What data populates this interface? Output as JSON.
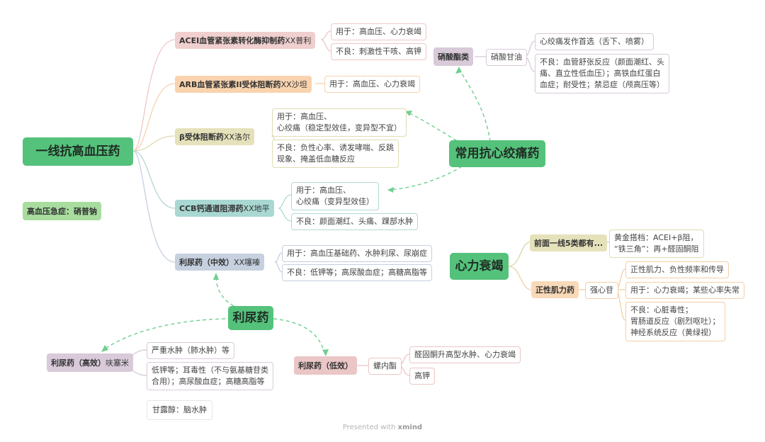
{
  "topics": {
    "htn": "一线抗高血压药",
    "angina": "常用抗心绞痛药",
    "hf": "心力衰竭",
    "diuretic": "利尿药"
  },
  "floating": {
    "emergency": "高血压急症：硝普钠",
    "mannitol": "甘露醇：脑水肿"
  },
  "htn": {
    "acei": {
      "bold": "ACEI血管紧张素转化酶抑制药",
      "rest": "XX普利"
    },
    "acei_use": "用于：高血压、心力衰竭",
    "acei_adverse": "不良：刺激性干咳、高钾",
    "arb": {
      "bold": "ARB血管紧张素II受体阻断药",
      "rest": "XX沙坦"
    },
    "arb_use": "用于：高血压、心力衰竭",
    "bb": {
      "bold": "β受体阻断药",
      "rest": "XX洛尔"
    },
    "bb_use_1": "用于：高血压、",
    "bb_use_2": "心绞痛（稳定型效佳，变异型不宜）",
    "bb_adverse_1": "不良：负性心率、诱发哮喘、反跳",
    "bb_adverse_2": "现象、掩盖低血糖反应",
    "ccb": {
      "bold": "CCB钙通道阻滞药",
      "rest": "XX地平"
    },
    "ccb_use_1": "用于：高血压、",
    "ccb_use_2": "心绞痛（变异型效佳）",
    "ccb_adverse": "不良：颜面潮红、头痛、踝部水肿",
    "diu": {
      "bold": "利尿药（中效）",
      "rest": "XX噻嗪"
    },
    "diu_use": "用于：高血压基础药、水肿利尿、尿崩症",
    "diu_adverse": "不良：低钾等；高尿酸血症；高糖高脂等"
  },
  "angina": {
    "nitrate": "硝酸酯类",
    "ntg": "硝酸甘油",
    "ntg_first": "心绞痛发作首选（舌下、喷雾）",
    "ntg_adverse_1": "不良：血管舒张反应（颜面潮红、头",
    "ntg_adverse_2": "痛、直立性低血压）；高铁血红蛋白",
    "ntg_adverse_3": "血症；耐受性；禁忌症（颅高压等）"
  },
  "hf": {
    "prev": "前面一线5类都有...",
    "golden_1": "黄金搭档：ACEI+β阻，",
    "golden_2": "“铁三角”：再+醛固酮阻",
    "inotrope": "正性肌力药",
    "digoxin": "强心苷",
    "dig_effect": "正性肌力、负性频率和传导",
    "dig_use": "用于：心力衰竭；某些心率失常",
    "dig_adverse_1": "不良：心脏毒性；",
    "dig_adverse_2": "胃肠道反应（剧烈呕吐）；",
    "dig_adverse_3": "神经系统反应（黄绿视）"
  },
  "diuretic": {
    "high": {
      "bold": "利尿药（高效）",
      "rest": "呋塞米"
    },
    "high_use": "严重水肿（肺水肿）等",
    "high_adverse_1": "低钾等；耳毒性（不与氨基糖苷类",
    "high_adverse_2": "合用）；高尿酸血症；高糖高脂等",
    "low": "利尿药（低效）",
    "spiro": "螺内酯",
    "spiro_use": "醛固酮升高型水肿、心力衰竭",
    "spiro_adverse": "高钾"
  },
  "footer": {
    "prefix": "Presented with",
    "brand": "xmind"
  },
  "colors": {
    "main_topic": "#55c27b",
    "acei": "#f0cfcf",
    "arb": "#f8d3ae",
    "beta_blocker": "#e5e2bb",
    "ccb": "#a9d7d2",
    "thiazide": "#c6d0df",
    "loop_diuretic": "#d8cad9",
    "low_diuretic": "#ebc6c6",
    "inotrope": "#f8d9b8",
    "emergency": "#a8dd9f",
    "dashed_link": "#6fcf8f"
  }
}
